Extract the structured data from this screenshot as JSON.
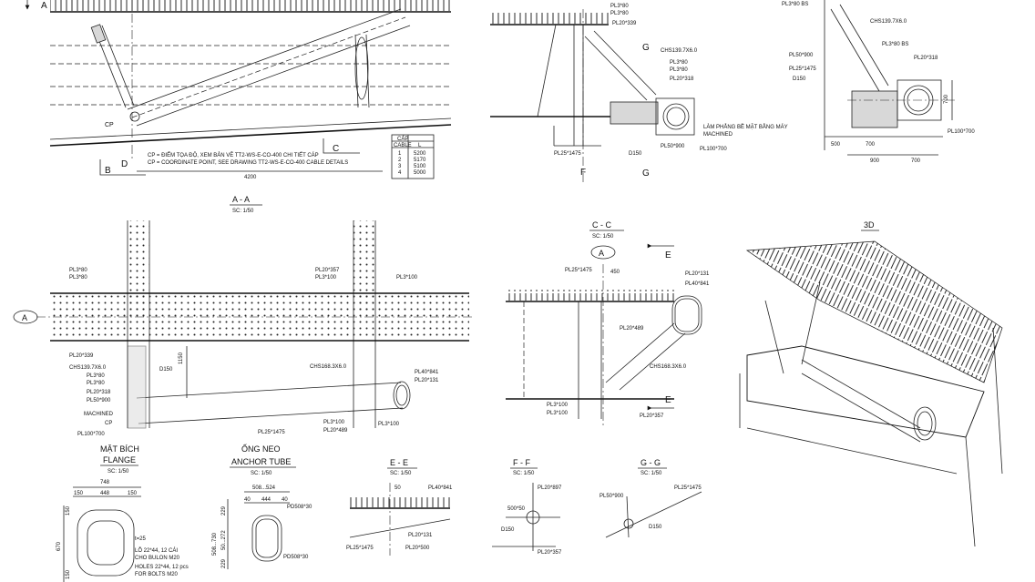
{
  "section_ref": {
    "A": "A",
    "B": "B",
    "C": "C",
    "D": "D",
    "E": "E",
    "F": "F",
    "G": "G"
  },
  "top_left": {
    "cp": "CP",
    "note_vi": "CP = ĐIỂM TỌA ĐỘ, XEM BẢN VẼ TT2-WS-E-CO-400 CHI TIẾT CÁP",
    "note_en": "CP = COORDINATE POINT, SEE DRAWING TT2-WS-E-CO-400 CABLE DETAILS",
    "dim_4200": "4200",
    "cable_table": {
      "header": [
        "CẤP",
        "CABLE",
        "L"
      ],
      "rows": [
        [
          "1",
          "5200"
        ],
        [
          "2",
          "5170"
        ],
        [
          "3",
          "5100"
        ],
        [
          "4",
          "5000"
        ]
      ]
    }
  },
  "top_mid": {
    "labels": [
      "PL3*80",
      "PL3*80",
      "PL20*339",
      "CHS139.7X6.0",
      "PL3*80",
      "PL3*80",
      "PL20*318",
      "PL25*1475",
      "D150",
      "PL50*900",
      "PL100*700"
    ],
    "note": [
      "LÀM PHẲNG BỀ MẶT BẰNG MÁY",
      "MACHINED"
    ]
  },
  "top_right": {
    "labels": [
      "PL3*80 BS",
      "CHS139.7X6.0",
      "PL3*80 BS",
      "PL50*900",
      "PL25*1475",
      "D150",
      "PL20*318",
      "PL100*700"
    ],
    "dims": [
      "500",
      "700",
      "900",
      "700",
      "700"
    ]
  },
  "section_aa": {
    "title": "A - A",
    "scale": "SC: 1/50",
    "labels": [
      "PL3*80",
      "PL3*80",
      "PL20*339",
      "CHS139.7X6.0",
      "PL3*80",
      "PL3*80",
      "PL20*318",
      "PL50*900",
      "MACHINED",
      "CP",
      "PL100*700",
      "D150",
      "PL20*357",
      "PL3*100",
      "PL3*100",
      "CHS168.3X6.0",
      "PL40*841",
      "PL20*131",
      "PL25*1475",
      "PL3*100",
      "PL20*489",
      "PL3*100"
    ],
    "dim_1150": "1150"
  },
  "section_cc": {
    "title": "C - C",
    "scale": "SC: 1/50",
    "labels": [
      "PL25*1475",
      "450",
      "PL20*131",
      "PL40*841",
      "PL20*489",
      "CHS168.3X6.0",
      "PL3*100",
      "PL3*100",
      "PL20*357"
    ]
  },
  "view_3d": {
    "title": "3D"
  },
  "flange": {
    "title_vi": "MẶT BÍCH",
    "title_en": "FLANGE",
    "scale": "SC: 1/50",
    "dims": [
      "748",
      "150",
      "448",
      "150",
      "150",
      "670",
      "150"
    ],
    "notes": [
      "t=25",
      "LỖ 22*44, 12 CÁI",
      "CHO BULON M20",
      "HOLES 22*44, 12 pcs",
      "FOR BOLTS M20"
    ]
  },
  "anchor": {
    "title_vi": "ỐNG NEO",
    "title_en": "ANCHOR TUBE",
    "scale": "SC: 1/50",
    "dims": [
      "508...524",
      "40",
      "444",
      "40",
      "229",
      "508...730",
      "50...272",
      "229"
    ],
    "labels": [
      "PD508*30",
      "PD508*30"
    ]
  },
  "section_ee": {
    "title": "E - E",
    "scale": "SC: 1/50",
    "labels": [
      "50",
      "PL40*841",
      "PL20*131",
      "PL25*1475",
      "PL20*500"
    ]
  },
  "section_ff": {
    "title": "F - F",
    "scale": "SC: 1/50",
    "labels": [
      "PL20*897",
      "500*50",
      "D150",
      "PL20*357"
    ]
  },
  "section_gg": {
    "title": "G - G",
    "scale": "SC: 1/50",
    "labels": [
      "PL50*900",
      "PL25*1475",
      "D150"
    ]
  }
}
